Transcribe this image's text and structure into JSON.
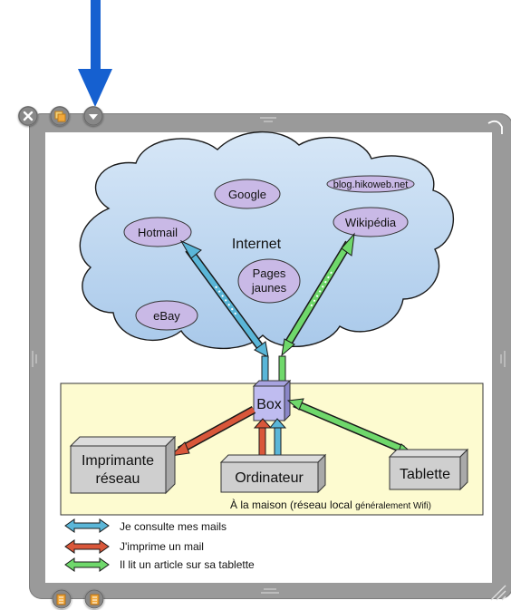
{
  "widget": {
    "controls": [
      "close-icon",
      "duplicate-icon",
      "menu-icon"
    ],
    "bottom_controls": [
      "layer-down-icon",
      "layer-up-icon"
    ]
  },
  "diagram": {
    "cloud_label": "Internet",
    "sites": [
      "Google",
      "blog.hikoweb.net",
      "Hotmail",
      "Wikipédia",
      "Pages",
      "jaunes",
      "eBay"
    ],
    "home_zone_label": "À la maison (réseau local ",
    "home_zone_label_small": "généralement Wifi)",
    "box_label": "Box",
    "devices": [
      "Imprimante",
      "réseau",
      "Ordinateur",
      "Tablette"
    ]
  },
  "legend": {
    "items": [
      {
        "label": "Je consulte mes mails",
        "color": "#5ab6d8"
      },
      {
        "label": "J'imprime un mail",
        "color": "#d9573a"
      },
      {
        "label": "Il lit un article sur sa tablette",
        "color": "#6fd86b"
      }
    ]
  },
  "colors": {
    "pointer_arrow": "#1560d0",
    "frame": "#9a9a9a",
    "cloud": "#bcd6ef",
    "home_zone": "#fdfbd0",
    "ellipse": "#c9b9e6"
  }
}
